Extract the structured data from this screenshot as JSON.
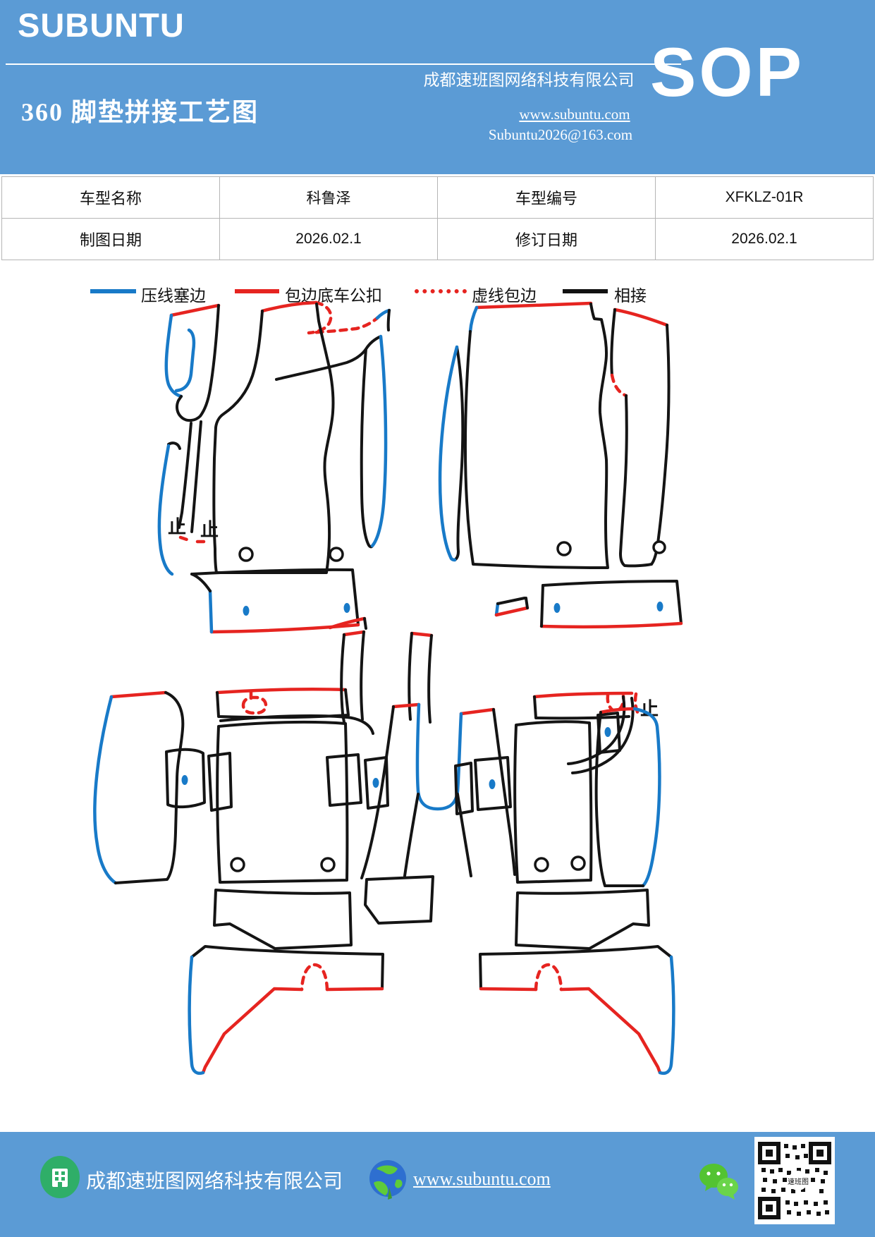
{
  "header": {
    "brand": "SUBUNTU",
    "title": "360 脚垫拼接工艺图",
    "company": "成都速班图网络科技有限公司",
    "website": "www.subuntu.com",
    "email": "Subuntu2026@163.com",
    "badge": "SOP"
  },
  "info_table": {
    "rows": [
      {
        "cells": [
          "车型名称",
          "科鲁泽",
          "车型编号",
          "XFKLZ-01R"
        ]
      },
      {
        "cells": [
          "制图日期",
          "2026.02.1",
          "修订日期",
          "2026.02.1"
        ]
      }
    ]
  },
  "legend": {
    "items": [
      {
        "label": "压线塞边",
        "color": "#187AC8",
        "style": "solid"
      },
      {
        "label": "包边底车公扣",
        "color": "#E62420",
        "style": "solid"
      },
      {
        "label": "虚线包边",
        "color": "#E62420",
        "style": "dotted"
      },
      {
        "label": "相接",
        "color": "#111111",
        "style": "solid"
      }
    ]
  },
  "diagram": {
    "description": "360脚垫裁片拼接轮廓图：上方左右前排脚垫组，下方左右后排脚垫组及中间通道件",
    "marks": [
      "止",
      "止",
      "止"
    ],
    "colors": {
      "press_line_blue": "#187AC8",
      "edge_buckle_red": "#E62420",
      "dashed_wrap_red": "#E62420",
      "join_black": "#141414"
    }
  },
  "footer": {
    "company": "成都速班图网络科技有限公司",
    "website": "www.subuntu.com",
    "icons": [
      "building-icon",
      "globe-icon",
      "wechat-icon",
      "qr-code"
    ]
  },
  "theme": {
    "header_bg": "#5B9BD5",
    "footer_bg": "#5B9BD5"
  }
}
